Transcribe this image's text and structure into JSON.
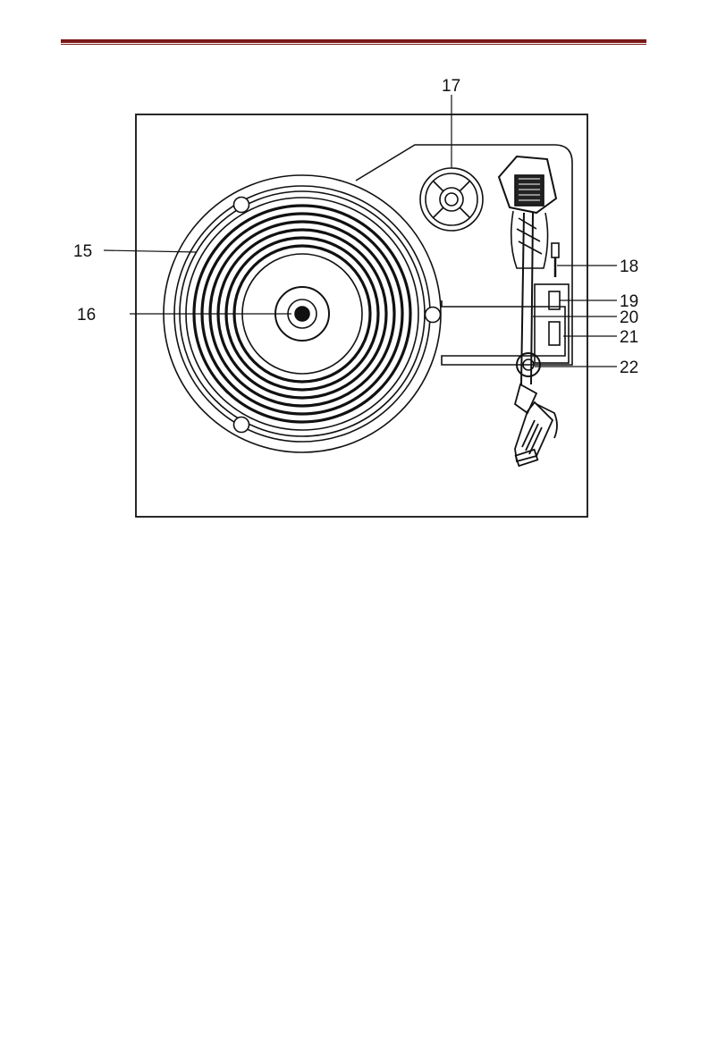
{
  "colors": {
    "header_rule": "#7a1818",
    "line": "#111111",
    "paper": "#ffffff"
  },
  "callouts": {
    "c15": "15",
    "c16": "16",
    "c17": "17",
    "c18": "18",
    "c19": "19",
    "c20": "20",
    "c21": "21",
    "c22": "22"
  }
}
